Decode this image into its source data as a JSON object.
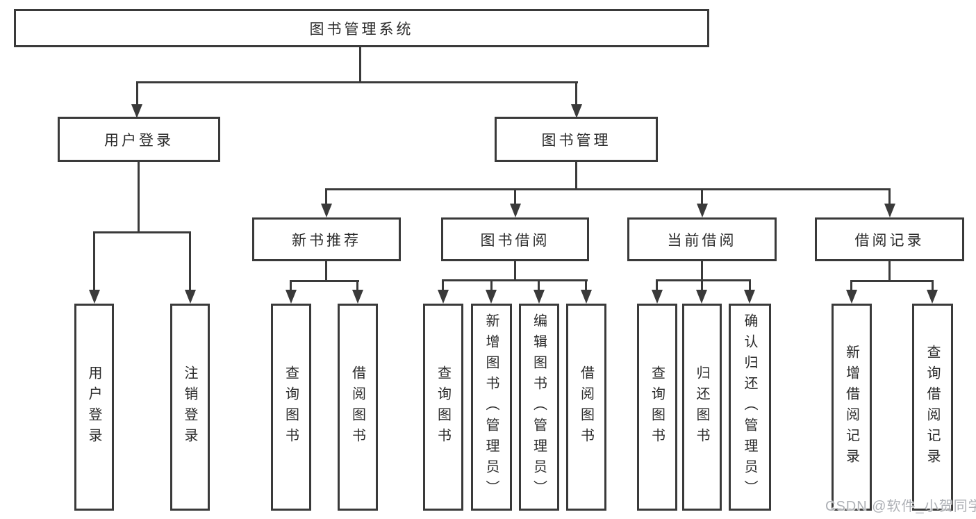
{
  "tree": {
    "label": "图书管理系统",
    "children": [
      {
        "label": "用户登录",
        "children": [
          {
            "label": "用户登录"
          },
          {
            "label": "注销登录"
          }
        ]
      },
      {
        "label": "图书管理",
        "children": [
          {
            "label": "新书推荐",
            "children": [
              {
                "label": "查询图书"
              },
              {
                "label": "借阅图书"
              }
            ]
          },
          {
            "label": "图书借阅",
            "children": [
              {
                "label": "查询图书"
              },
              {
                "label": "新增图书（管理员）"
              },
              {
                "label": "编辑图书（管理员）"
              },
              {
                "label": "借阅图书"
              }
            ]
          },
          {
            "label": "当前借阅",
            "children": [
              {
                "label": "查询图书"
              },
              {
                "label": "归还图书"
              },
              {
                "label": "确认归还（管理员）"
              }
            ]
          },
          {
            "label": "借阅记录",
            "children": [
              {
                "label": "新增借阅记录"
              },
              {
                "label": "查询借阅记录"
              }
            ]
          }
        ]
      }
    ]
  },
  "watermark": "CSDN @软件_小贺同学",
  "colors": {
    "line": "#3a3a3a",
    "text": "#2b2b2b",
    "watermark": "#aeb1b6",
    "background": "#ffffff"
  }
}
